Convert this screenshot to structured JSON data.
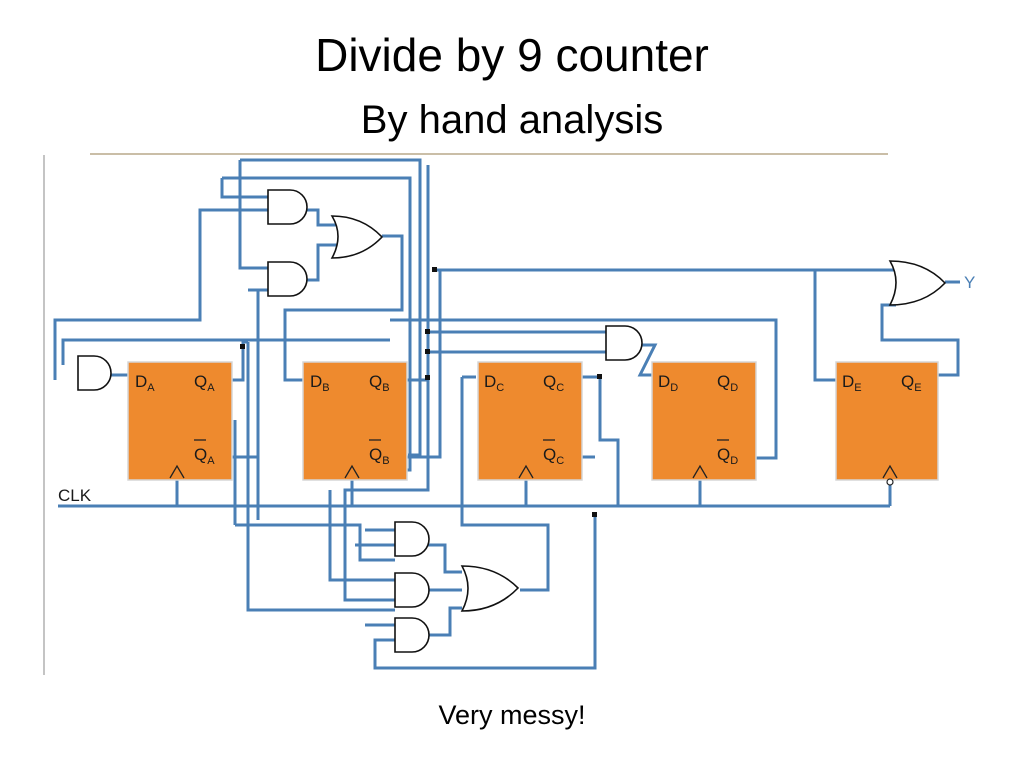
{
  "slide": {
    "title": "Divide by 9 counter",
    "subtitle": "By hand analysis",
    "caption": "Very messy!"
  },
  "circuit": {
    "clock_label": "CLK",
    "output_label": "Y",
    "flip_flops": [
      {
        "id": "A",
        "d": "D",
        "q": "Q",
        "qbar": "Q",
        "sub": "A",
        "has_qbar": true
      },
      {
        "id": "B",
        "d": "D",
        "q": "Q",
        "qbar": "Q",
        "sub": "B",
        "has_qbar": true
      },
      {
        "id": "C",
        "d": "D",
        "q": "Q",
        "qbar": "Q",
        "sub": "C",
        "has_qbar": true
      },
      {
        "id": "D",
        "d": "D",
        "q": "Q",
        "qbar": "Q",
        "sub": "D",
        "has_qbar": true
      },
      {
        "id": "E",
        "d": "D",
        "q": "Q",
        "sub": "E",
        "has_qbar": false
      }
    ],
    "colors": {
      "wire": "#4a7fb5",
      "flip_flop": "#ee8a2e"
    }
  }
}
